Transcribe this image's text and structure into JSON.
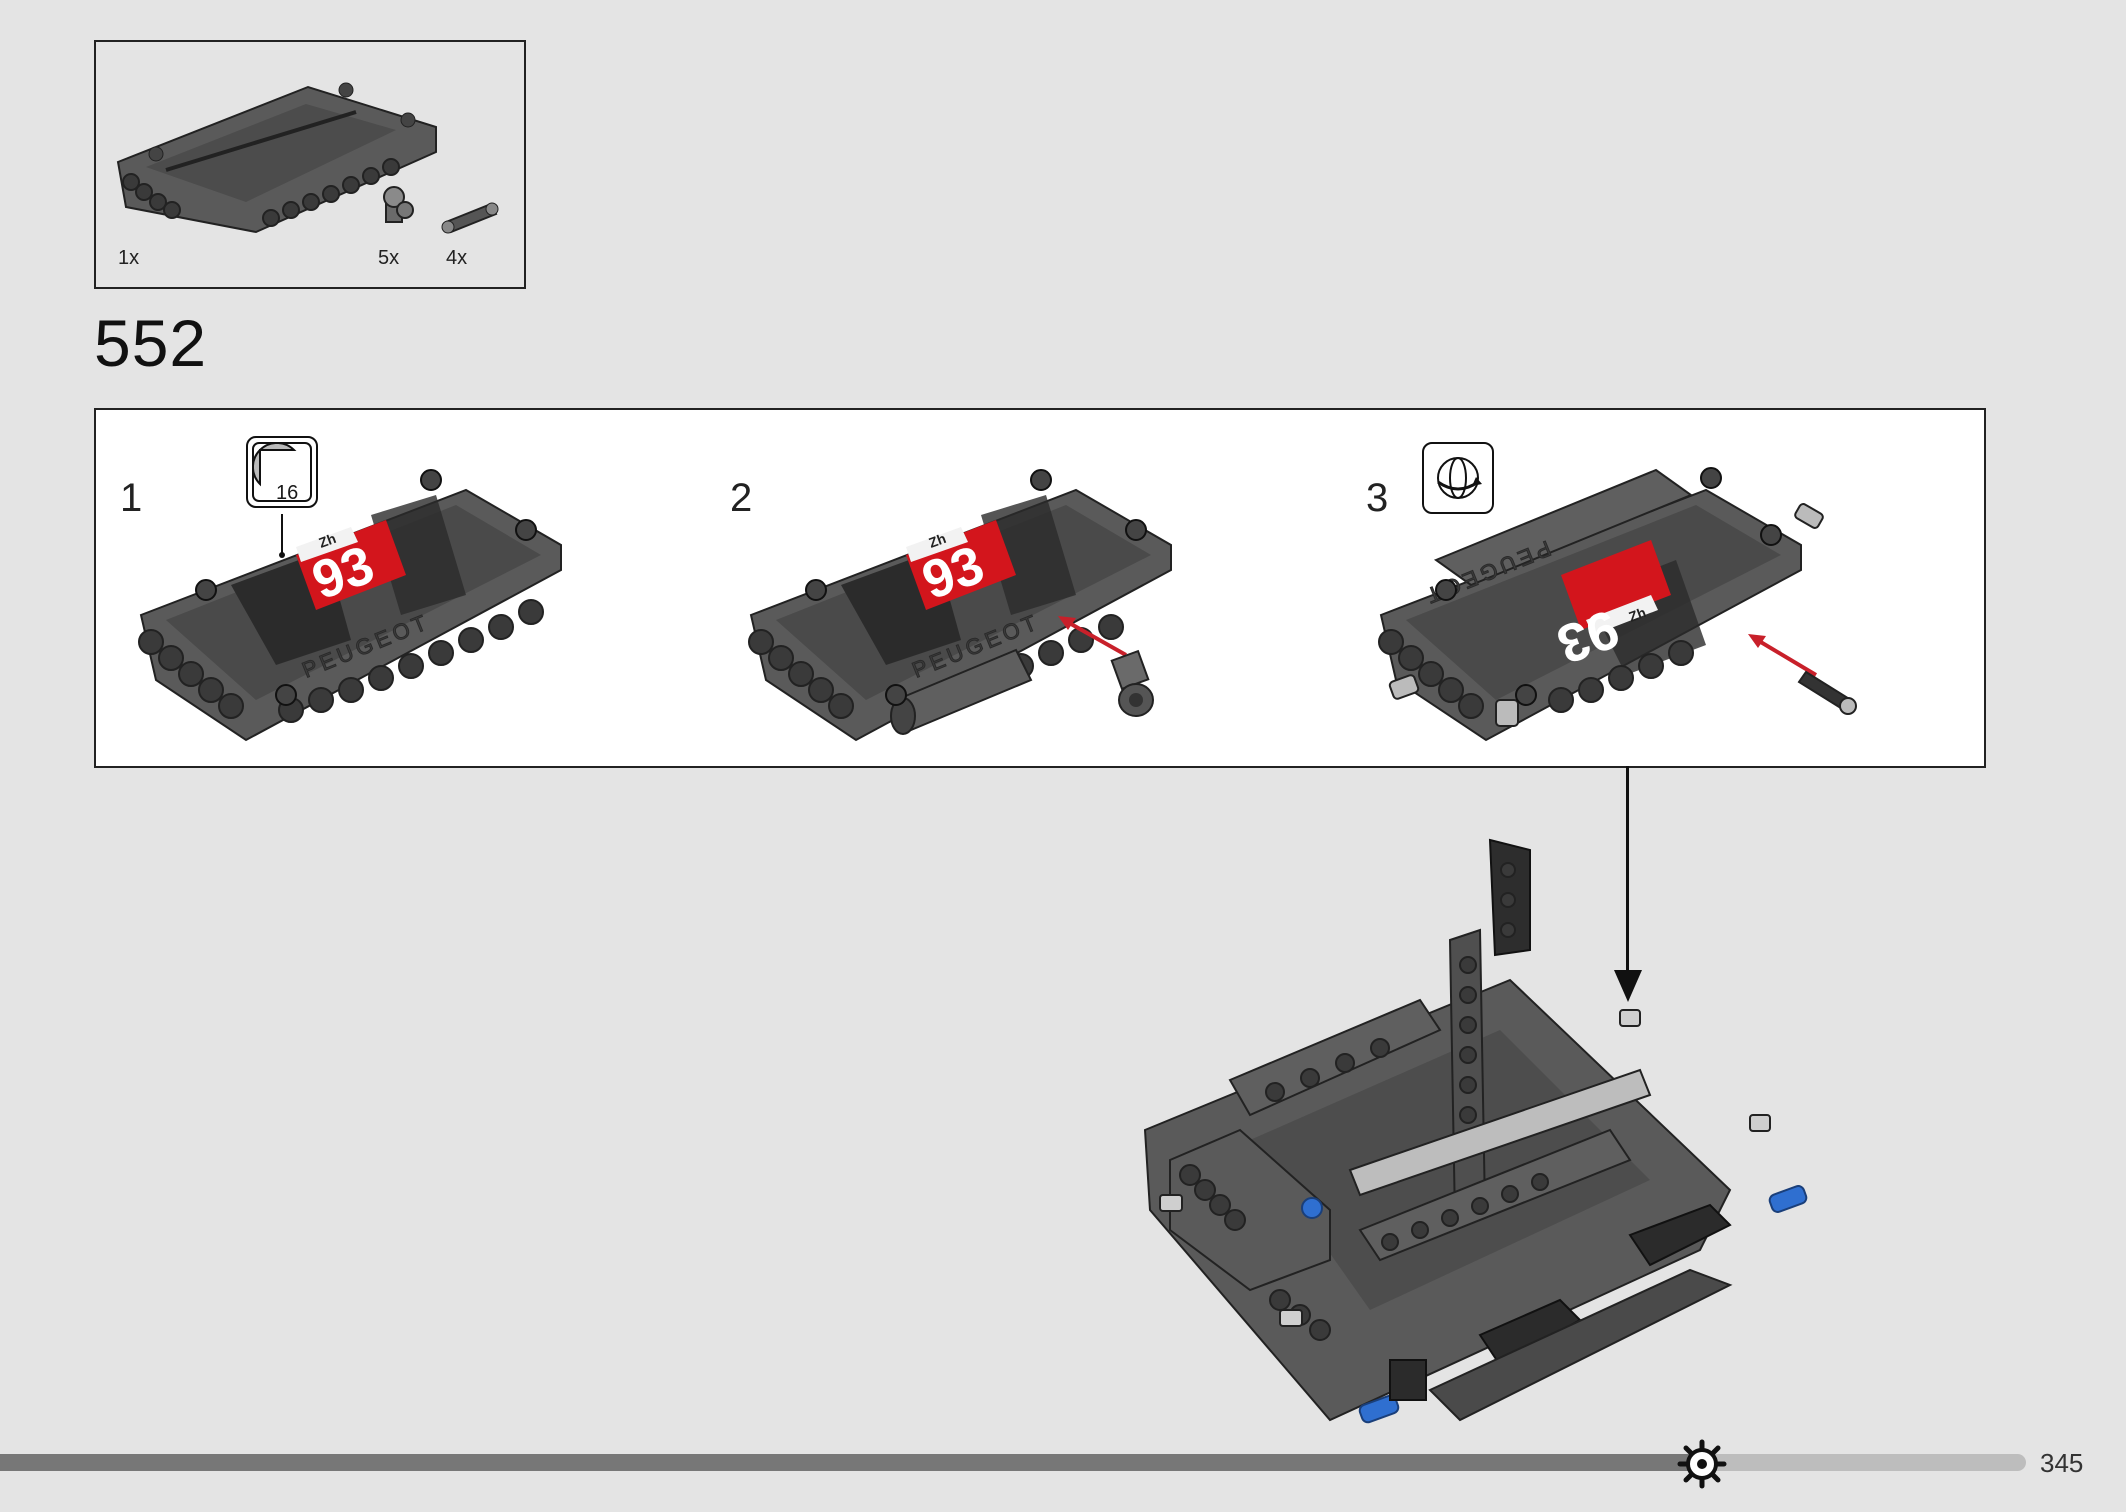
{
  "parts": {
    "items": [
      {
        "qty": "1x",
        "part": "panel-icon"
      },
      {
        "qty": "5x",
        "part": "pin-with-bush-icon"
      },
      {
        "qty": "4x",
        "part": "friction-pin-icon"
      }
    ]
  },
  "step": {
    "number": "552"
  },
  "substeps": [
    {
      "number": "1",
      "callout": {
        "icon": "sticker-sheet-icon",
        "sticker": "16"
      },
      "decal": "93",
      "brand": "PEUGEOT",
      "tag": "Zh"
    },
    {
      "number": "2",
      "decal": "93",
      "brand": "PEUGEOT",
      "tag": "Zh"
    },
    {
      "number": "3",
      "callout": {
        "icon": "rotate-model-icon"
      },
      "decal": "93",
      "brand": "PEUGEOT",
      "tag": "Zh"
    }
  ],
  "footer": {
    "page": "345",
    "progress": 0.84
  },
  "colors": {
    "panel": "#5a5a5a",
    "panel_dark": "#2e2e2e",
    "decal_red": "#d3151c",
    "arrow_red": "#c8202a",
    "axle_blue": "#2f6fd0"
  }
}
